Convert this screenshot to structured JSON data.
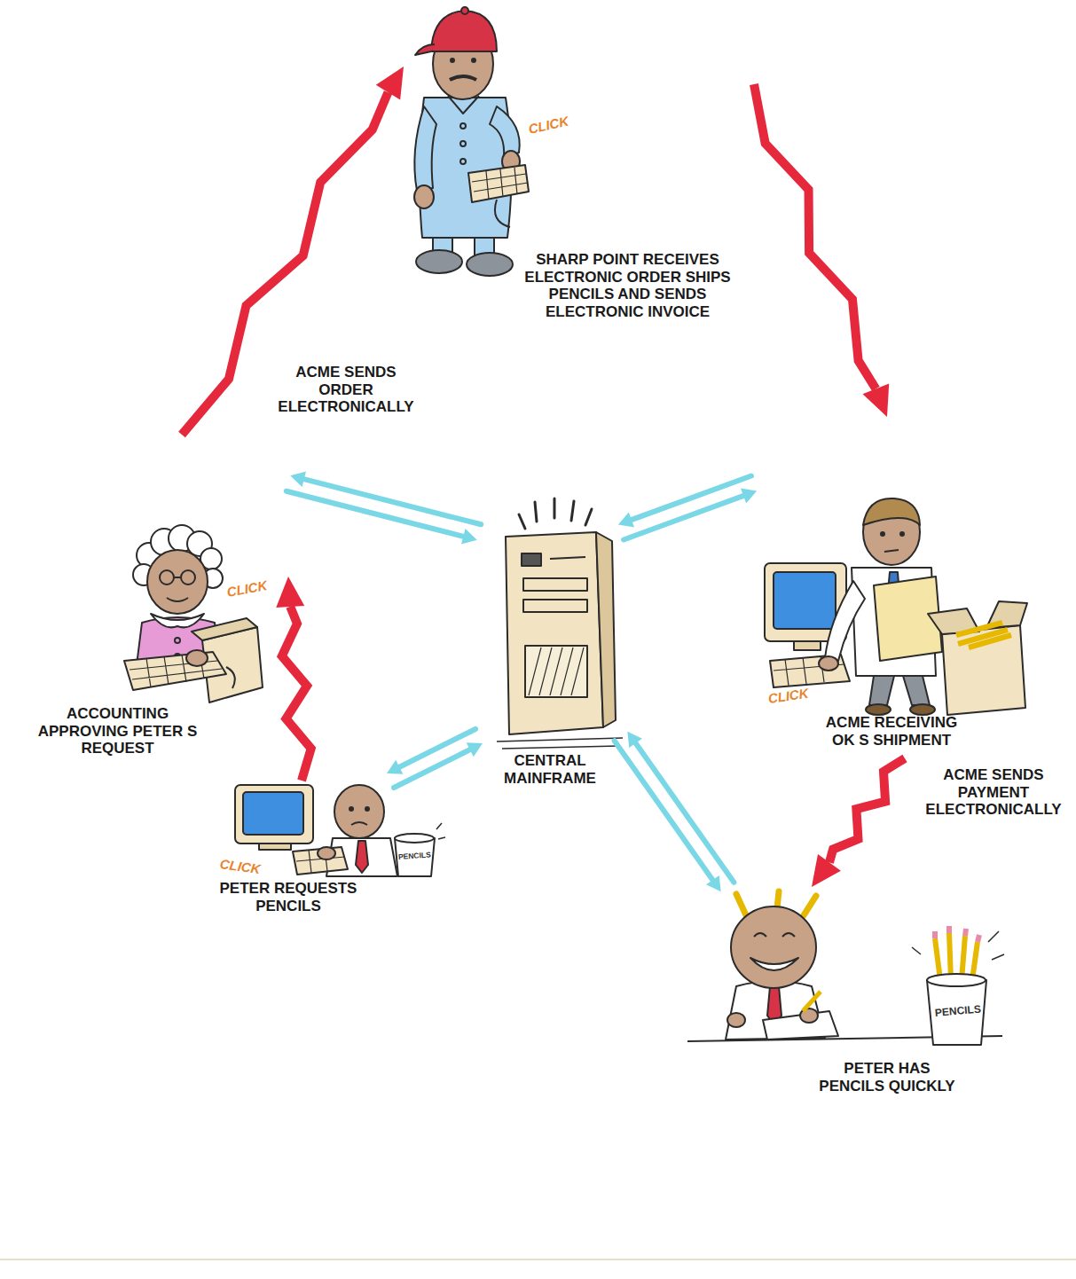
{
  "diagram": {
    "nodes": [
      {
        "text": [
          "PETER REQUESTS PENCILS"
        ]
      },
      {
        "text": [
          "ACCOUNTING APPROVING PETER S REQUEST"
        ]
      },
      {
        "text": [
          "SHARP POINT RECEIVES ELECTRONIC ORDER SHIPS PENCILS AND SENDS ELECTRONIC INVOICE"
        ]
      },
      {
        "text": [
          "ACME RECEIVING OK S SHIPMENT"
        ]
      },
      {
        "text": [
          "PETER HAS PENCILS QUICKLY"
        ]
      },
      {
        "text": [
          "CENTRAL MAINFRAME"
        ]
      }
    ],
    "edges": [
      {
        "from": 0,
        "to": 1,
        "arrow": "to"
      },
      {
        "from": 1,
        "to": 2,
        "arrow": "to",
        "label": "ACME SENDS ORDER ELECTRONICALLY"
      },
      {
        "from": 2,
        "to": 3,
        "arrow": "to"
      },
      {
        "from": 3,
        "to": 4,
        "arrow": "to",
        "label": "ACME SENDS PAYMENT ELECTRONICALLY"
      },
      {
        "from": 5,
        "to": 1,
        "arrow": "both"
      },
      {
        "from": 5,
        "to": 3,
        "arrow": "both"
      },
      {
        "from": 5,
        "to": 0,
        "arrow": "both"
      },
      {
        "from": 5,
        "to": 4,
        "arrow": "both"
      }
    ],
    "labels": [
      "CLICK",
      "CLICK",
      "CLICK",
      "CLICK",
      "PENCILS",
      "PENCILS"
    ]
  }
}
